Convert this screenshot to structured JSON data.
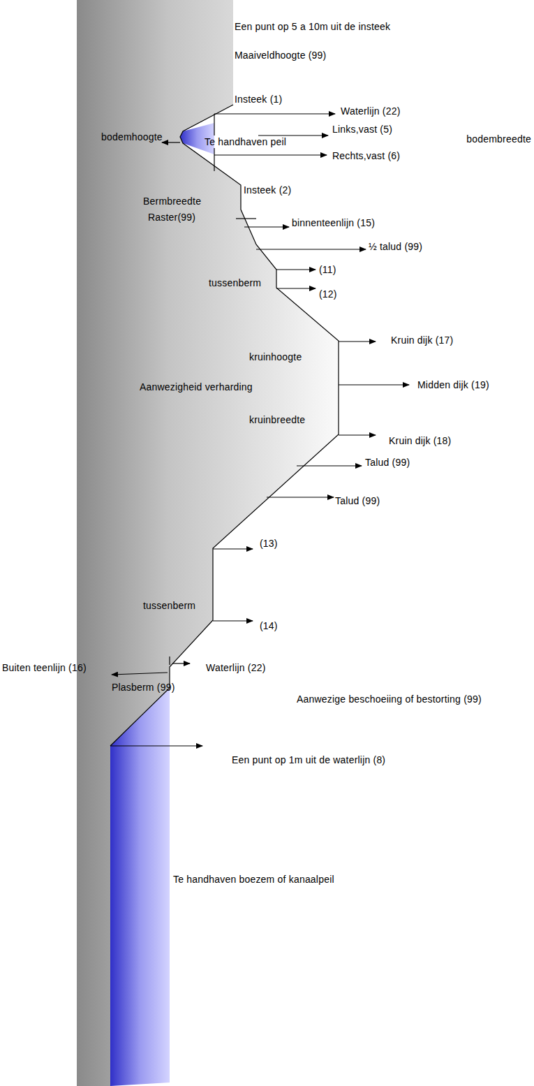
{
  "diagram": {
    "labels": [
      "Een punt op 5 a 10m uit de insteek",
      "Maaiveldhoogte (99)",
      "Insteek (1)",
      "Waterlijn (22)",
      "Links,vast (5)",
      "bodembreedte",
      "bodemhoogte",
      "Te handhaven peil",
      "Rechts,vast (6)",
      "Insteek (2)",
      "Bermbreedte",
      "Raster(99)",
      "binnenteenlijn (15)",
      "½ talud (99)",
      "(11)",
      "tussenberm",
      "(12)",
      "Kruin dijk (17)",
      "kruinhoogte",
      "Aanwezigheid verharding",
      "Midden dijk (19)",
      "kruinbreedte",
      "Kruin dijk (18)",
      "Talud (99)",
      "Talud (99)",
      "(13)",
      "tussenberm",
      "(14)",
      "Buiten teenlijn (16)",
      "Waterlijn (22)",
      "Plasberm (99)",
      "Aanwezige beschoeiing of bestorting (99)",
      "Een punt op 1m uit de waterlijn (8)",
      "Te handhaven boezem of kanaalpeil"
    ]
  }
}
